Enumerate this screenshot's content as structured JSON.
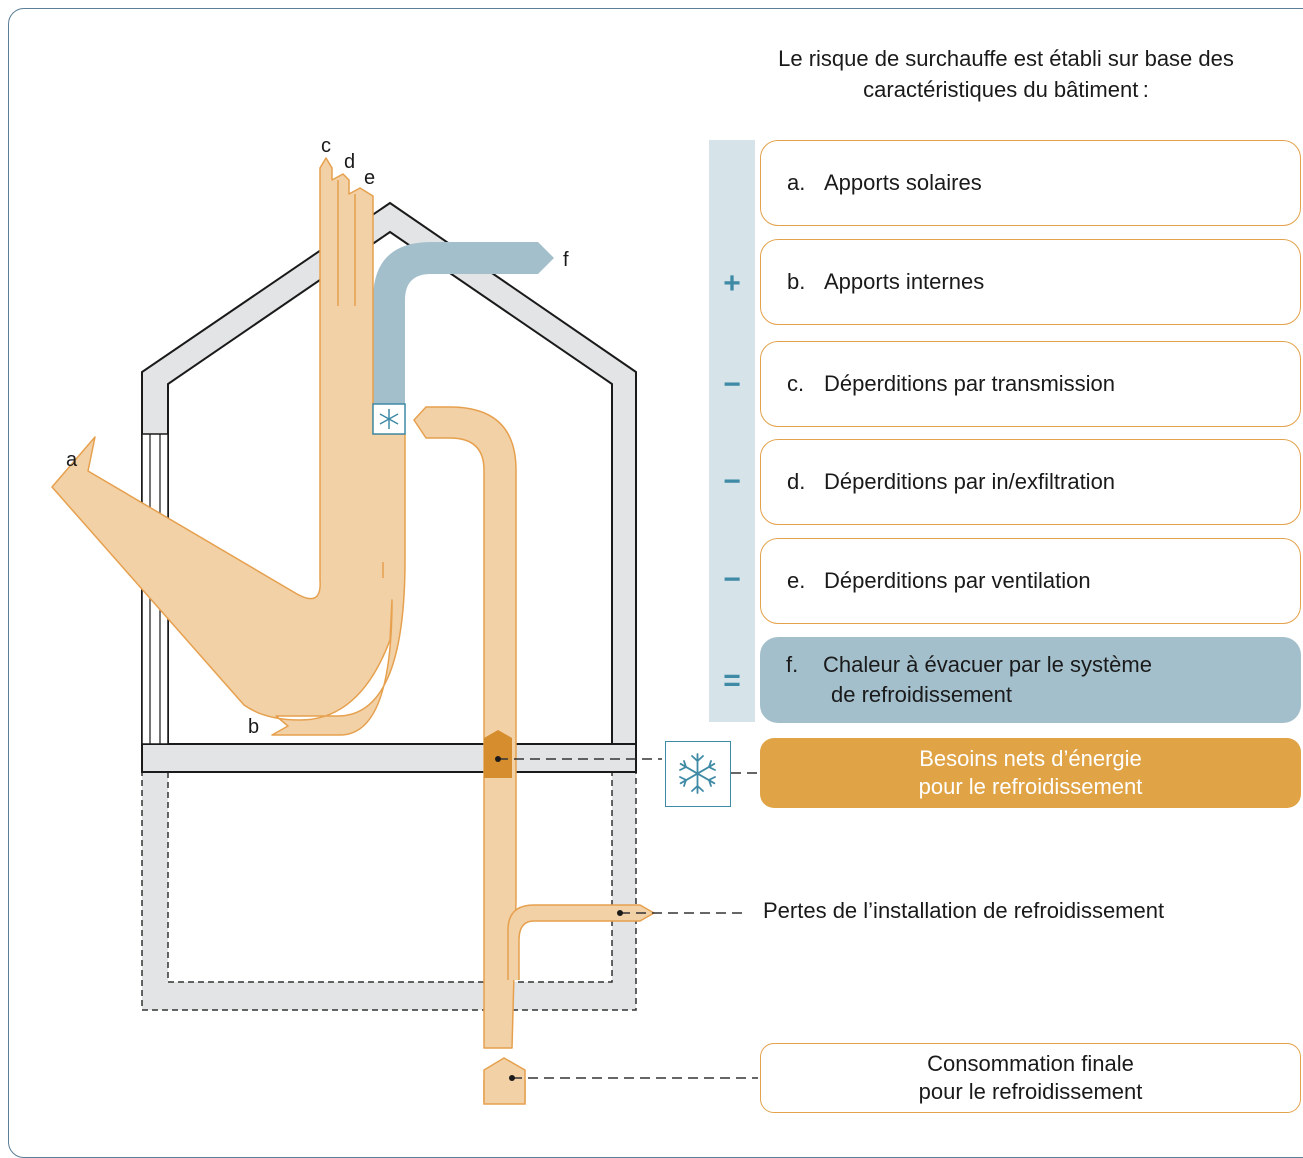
{
  "intro": {
    "line1": "Le risque de surchauffe est établi sur base des",
    "line2": "caractéristiques du bâtiment :"
  },
  "factors": [
    {
      "letter": "a.",
      "label": "Apports solaires",
      "sign": ""
    },
    {
      "letter": "b.",
      "label": "Apports internes",
      "sign": "+"
    },
    {
      "letter": "c.",
      "label": "Déperditions par transmission",
      "sign": "−"
    },
    {
      "letter": "d.",
      "label": "Déperditions par in/exfiltration",
      "sign": "−"
    },
    {
      "letter": "e.",
      "label": "Déperditions par ventilation",
      "sign": "−"
    }
  ],
  "result": {
    "letter": "f.",
    "line1": "Chaleur à évacuer par le système",
    "line2": "de refroidissement",
    "sign": "="
  },
  "net_needs": {
    "line1": "Besoins nets d’énergie",
    "line2": "pour le refroidissement"
  },
  "losses": {
    "label": "Pertes de l’installation de refroidissement"
  },
  "final_consumption": {
    "line1": "Consommation finale",
    "line2": "pour le refroidissement"
  },
  "diagram_labels": {
    "a": "a",
    "b": "b",
    "c": "c",
    "d": "d",
    "e": "e",
    "f": "f"
  },
  "colors": {
    "flow_fill": "#f2d1a6",
    "flow_stroke": "#e6a04e",
    "net_fill": "#d68d2e",
    "wall_fill": "#e2e4e5",
    "cooling_flow": "#a3bfcc",
    "accent_blue": "#3f8aa5",
    "sign_column": "#d6e4ea",
    "net_box": "#e0a446"
  },
  "icons": {
    "snowflake": "snowflake-icon",
    "plus": "plus-icon",
    "minus": "minus-icon",
    "equals": "equals-icon"
  }
}
